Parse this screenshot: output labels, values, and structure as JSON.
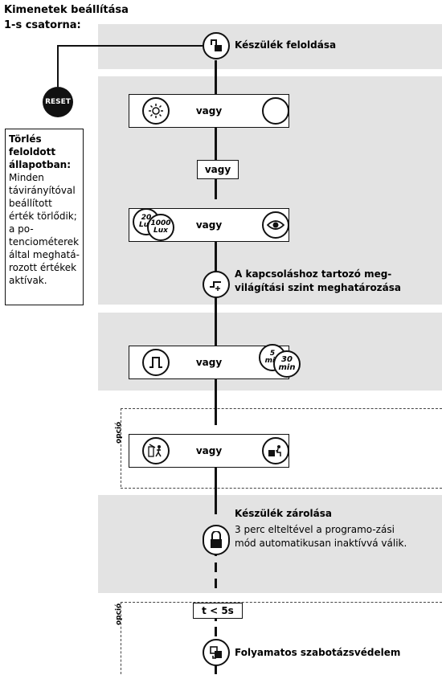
{
  "header": {
    "line1": "Kimenetek beállítása",
    "line2": "1-s csatorna:"
  },
  "reset": {
    "label": "RESET"
  },
  "infobox": {
    "title": "Törlés feloldott állapotban:",
    "body": "Minden távirányítóval beállított érték törlődik; a po-tenciométerek által meghatá-rozott értékek aktívak."
  },
  "steps": {
    "unlock": {
      "label": "Készülék feloldása",
      "icon": "unlock-icon"
    },
    "brightness": {
      "left_icon": "sun-icon",
      "right_icon": "moon-icon",
      "or": "vagy"
    },
    "between_or": "vagy",
    "lux": {
      "lux_low": "20",
      "lux_low_unit": "Lux",
      "lux_high": "1000",
      "lux_high_unit": "Lux",
      "right_icon": "eye-icon",
      "or": "vagy"
    },
    "level": {
      "label": "A kapcsoláshoz tartozó meg-világítási szint meghatározása",
      "icon": "step-plus-icon"
    },
    "time": {
      "left_icon": "pulse-icon",
      "min_low": "5",
      "min_low_unit": "min",
      "min_high": "30",
      "min_high_unit": "min",
      "or": "vagy"
    },
    "option1": {
      "tag": "opció",
      "left_icon": "person-walking-icon",
      "right_icon": "person-desk-icon",
      "or": "vagy"
    },
    "lock": {
      "title": "Készülék zárolása",
      "text": "3 perc elteltével a programo-zási mód automatikusan inaktívvá válik.",
      "icon": "lock-icon"
    },
    "option2": {
      "tag": "opció",
      "time_box": "t < 5s",
      "label": "Folyamatos szabotázsvédelem",
      "icon": "tamper-icon"
    }
  }
}
